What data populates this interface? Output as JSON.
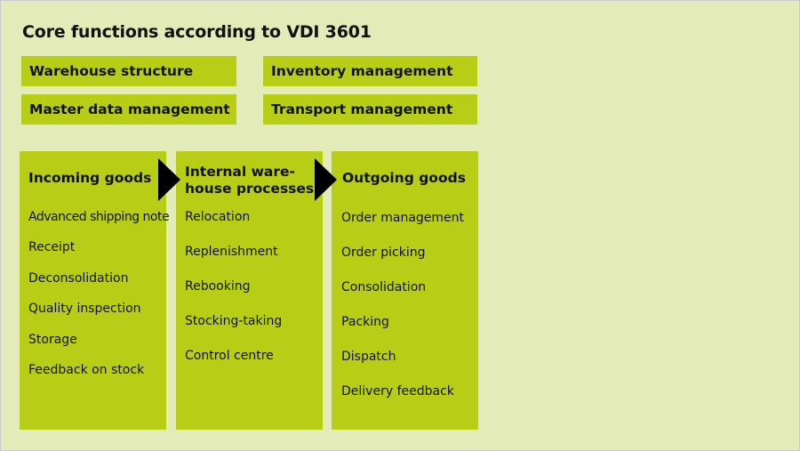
{
  "title": "Core functions according to VDI 3601",
  "functions": [
    "Warehouse structure",
    "Inventory management",
    "Master data management",
    "Transport management"
  ],
  "columns": [
    {
      "title": "Incoming goods",
      "items": [
        "Advanced shipping note",
        "Receipt",
        "Deconsolidation",
        "Quality inspection",
        "Storage",
        "Feedback on stock"
      ]
    },
    {
      "title_line1": "Internal ware-",
      "title_line2": "house processes",
      "items": [
        "Relocation",
        "Replenishment",
        "Rebooking",
        "Stocking-taking",
        "Control centre"
      ]
    },
    {
      "title": "Outgoing goods",
      "items": [
        "Order management",
        "Order picking",
        "Consolidation",
        "Packing",
        "Dispatch",
        "Delivery feedback"
      ]
    }
  ],
  "colors": {
    "background": "#e3ebb8",
    "box": "#b8cd16",
    "arrow": "#000000",
    "text": "#111111"
  }
}
